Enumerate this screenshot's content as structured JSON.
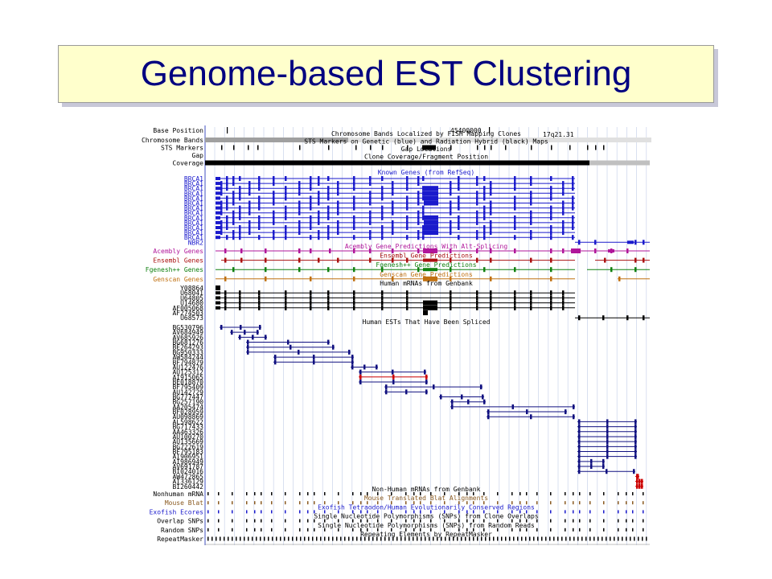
{
  "slide": {
    "title": "Genome-based EST Clustering"
  },
  "browser": {
    "base_position_label": "Base Position",
    "base_position_value": "45400000",
    "band_name": "17q21.31",
    "ruler_rows": [
      {
        "label": "Chromosome Bands",
        "title": "Chromosome Bands Localized by FISH Mapping Clones",
        "type": "bands",
        "color": "#000000"
      },
      {
        "label": "STS Markers",
        "title": "STS Markers on Genetic (blue) and Radiation Hybrid (black) Maps",
        "type": "ticks",
        "color": "#000000"
      },
      {
        "label": "Gap",
        "title": "Gap Locations",
        "type": "blank",
        "color": "#000000"
      },
      {
        "label": "Coverage",
        "title": "Clone Coverage/Fragment Position",
        "type": "coverage",
        "color": "#000000"
      }
    ],
    "known_genes": {
      "title": "Known Genes (from RefSeq)",
      "color": "#1a1acc",
      "items": [
        "BRCA1",
        "BRCA1",
        "BRCA1",
        "BRCA1",
        "BRCA1",
        "BRCA1",
        "BRCA1",
        "BRCA1",
        "BRCA1",
        "BRCA1",
        "BRCA1",
        "BRCA1",
        "BRCA1",
        "NBR2"
      ]
    },
    "predictions": [
      {
        "label": "Acembly Genes",
        "title": "Acembly Gene Predictions With Alt-Splicing",
        "color": "#b0169a"
      },
      {
        "label": "Ensembl Genes",
        "title": "Ensembl Gene Predictions",
        "color": "#aa1010"
      },
      {
        "label": "Fgenesh++ Genes",
        "title": "Fgenesh++ Gene Predictions",
        "color": "#108010"
      },
      {
        "label": "Genscan Genes",
        "title": "Genscan Gene Predictions",
        "color": "#c07010"
      }
    ],
    "mrnas": {
      "title": "Human mRNAs from Genbank",
      "color": "#000000",
      "items": [
        "Y08864",
        "U68041",
        "U64805",
        "U14680",
        "AF005068",
        "AF274503",
        "U68573"
      ]
    },
    "ests": {
      "title": "Human ESTs That Have Been Spliced",
      "color": "#101080",
      "items": [
        "BG530796",
        "AV684949",
        "AV685926",
        "BG681276",
        "BE264293",
        "BG950333",
        "AW584244",
        "BF794879",
        "AU122476",
        "AU125312",
        "AI915065",
        "BE018870",
        "BF795409",
        "AU142729",
        "BG777447",
        "BG257190",
        "AA205474",
        "BF028959",
        "AU098869",
        "AL598622",
        "BG717433",
        "AA463326",
        "AU100270",
        "AU135669",
        "BG722619",
        "BF795183",
        "AI906951",
        "AI986949",
        "AV691787",
        "BI024016",
        "AW472865",
        "AI336129",
        "BI260442"
      ]
    },
    "bottom_tracks": [
      {
        "label": "Nonhuman mRNA",
        "title": "Non-Human mRNAs from Genbank",
        "color": "#000000"
      },
      {
        "label": "Mouse Blat",
        "title": "Mouse Translated Blat Alignments",
        "color": "#8a5a20"
      },
      {
        "label": "Exofish Ecores",
        "title": "Exofish Tetraodon/Human Evolutionarily Conserved Regions",
        "color": "#1a1acc"
      },
      {
        "label": "Overlap SNPs",
        "title": "Single Nucleotide Polymorphisms (SNPs) from Clone Overlaps",
        "color": "#000000"
      },
      {
        "label": "Random SNPs",
        "title": "Single Nucleotide Polymorphisms (SNPs) from Random Reads",
        "color": "#000000"
      },
      {
        "label": "RepeatMasker",
        "title": "Repeating Elements by RepeatMasker",
        "color": "#000000"
      }
    ]
  }
}
